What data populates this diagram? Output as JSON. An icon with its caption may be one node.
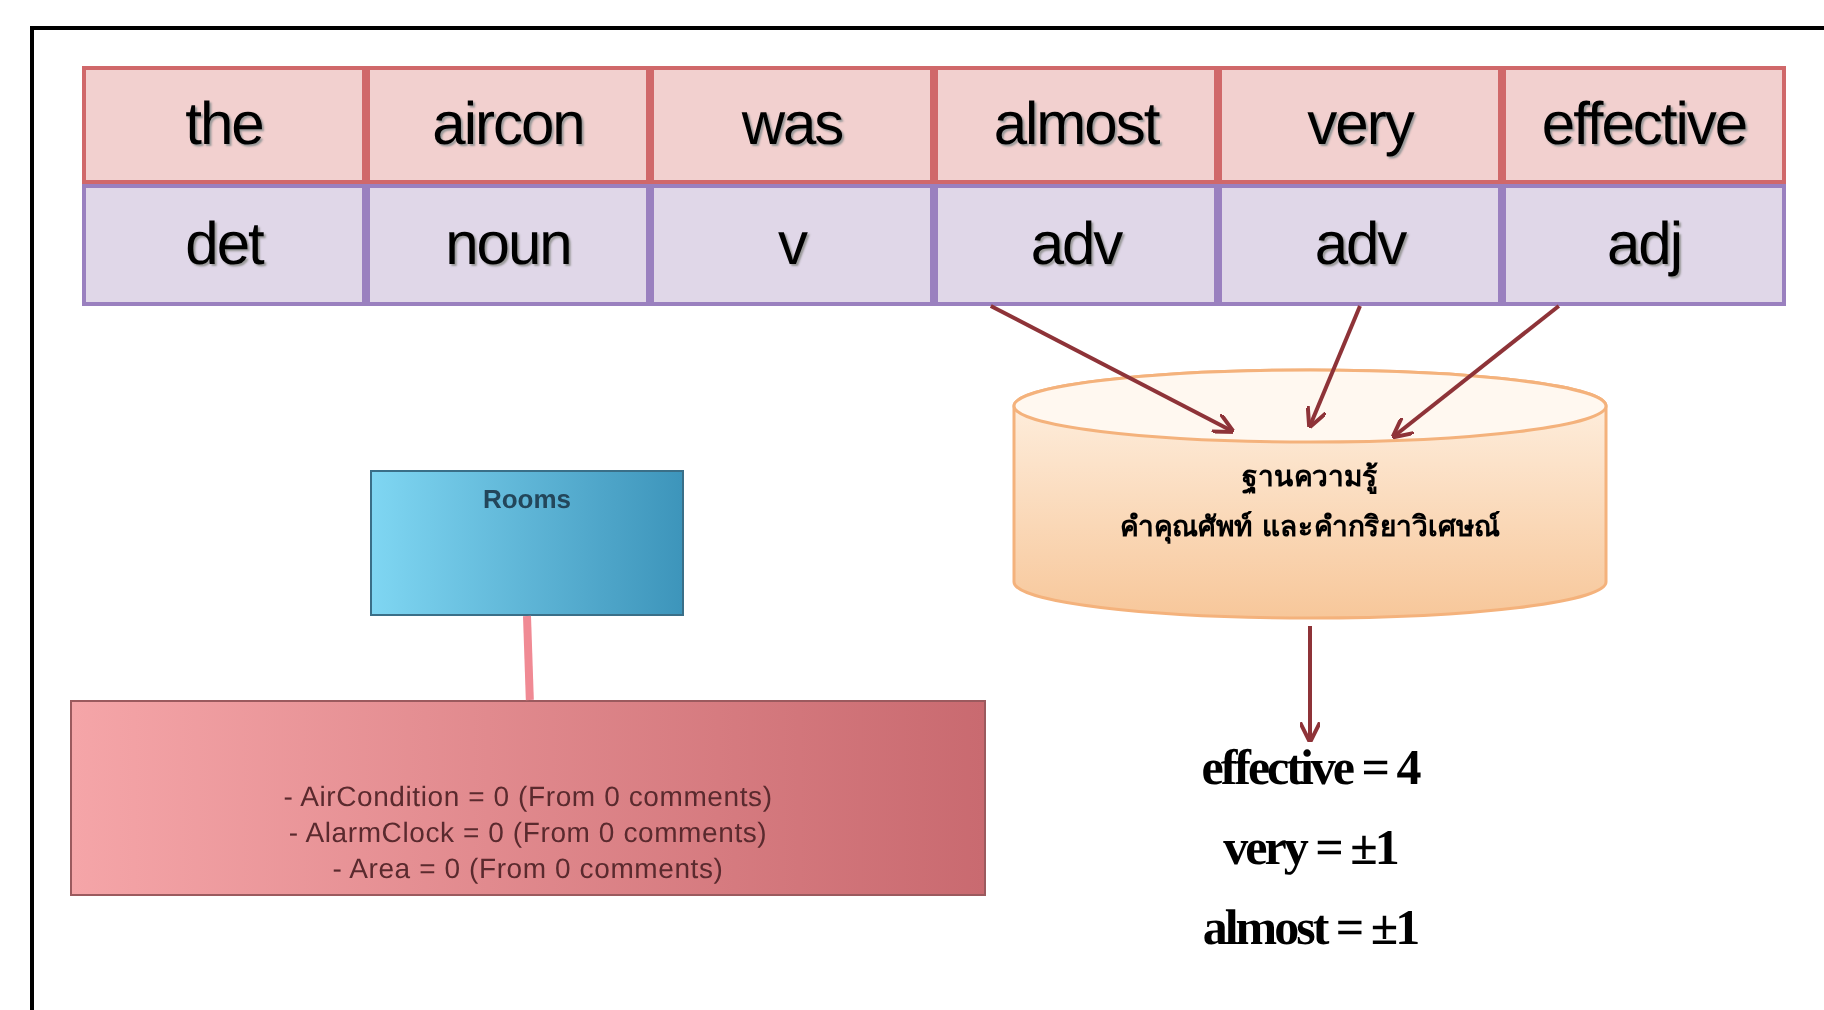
{
  "diagram": {
    "nodes": [
      {
        "text": [
          "the"
        ]
      },
      {
        "text": [
          "aircon"
        ]
      },
      {
        "text": [
          "was"
        ]
      },
      {
        "text": [
          "almost"
        ]
      },
      {
        "text": [
          "very"
        ]
      },
      {
        "text": [
          "effective"
        ]
      },
      {
        "text": [
          "det"
        ]
      },
      {
        "text": [
          "noun"
        ]
      },
      {
        "text": [
          "v"
        ]
      },
      {
        "text": [
          "adv"
        ]
      },
      {
        "text": [
          "adv"
        ]
      },
      {
        "text": [
          "adj"
        ]
      },
      {
        "text": [
          "ฐานความรู้",
          "คำคุณศัพท์ และคำกริยาวิเศษณ์"
        ]
      },
      {
        "text": [
          "effective = 4",
          "very = ±1",
          "almost = ±1"
        ]
      },
      {
        "text": [
          "Rooms"
        ]
      },
      {
        "text": [
          "- AirCondition = 0 (From 0 comments)",
          "- AlarmClock = 0 (From 0 comments)",
          "- Area = 0 (From 0 comments)"
        ]
      }
    ],
    "edges": [
      {
        "from": 9,
        "to": 12,
        "arrow": "to"
      },
      {
        "from": 10,
        "to": 12,
        "arrow": "to"
      },
      {
        "from": 11,
        "to": 12,
        "arrow": "to"
      },
      {
        "from": 12,
        "to": 13,
        "arrow": "to"
      },
      {
        "from": 14,
        "to": 15,
        "arrow": "none",
        "color": "#f08a94",
        "style": "thick"
      }
    ]
  }
}
